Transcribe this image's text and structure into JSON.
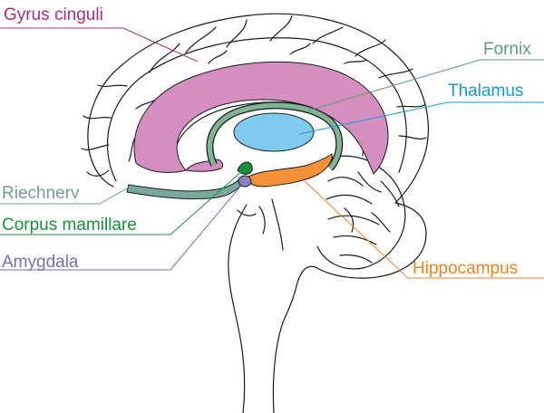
{
  "labels": {
    "gyrus_cinguli": "Gyrus cinguli",
    "fornix": "Fornix",
    "thalamus": "Thalamus",
    "riechnerv": "Riechnerv",
    "corpus_mamillare": "Corpus mamillare",
    "amygdala": "Amygdala",
    "hippocampus": "Hippocampus"
  },
  "colors": {
    "gyrus_cinguli": "#a4307f",
    "gyrus_fill": "#d48fc0",
    "fornix": "#5e9a76",
    "fornix_fill": "#7fb595",
    "thalamus": "#1799d3",
    "thalamus_fill": "#80ccee",
    "riechnerv": "#739e95",
    "riechnerv_fill": "#7aa89c",
    "corpus_mamillare": "#15933c",
    "amygdala": "#7a6fb1",
    "amygdala_fill": "#8a7ec4",
    "hippocampus": "#f18121",
    "hippocampus_fill": "#f6913a",
    "outline": "#1a1a1a"
  }
}
